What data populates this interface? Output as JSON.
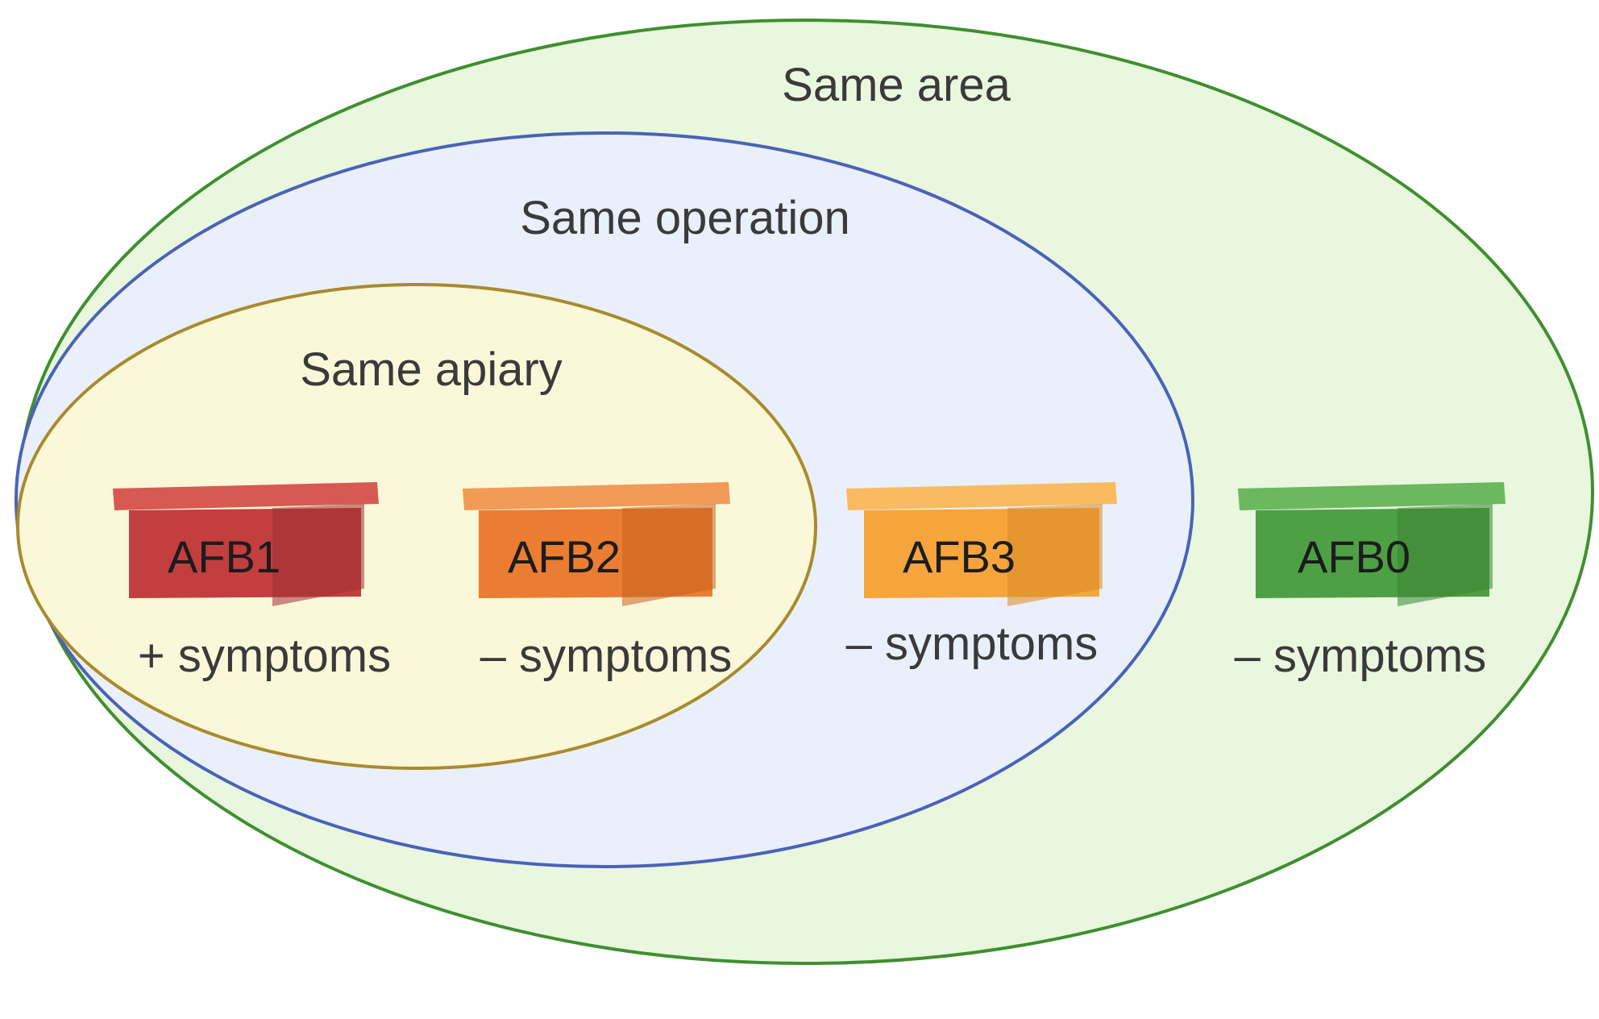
{
  "regions": {
    "area": {
      "label": "Same area",
      "fill": "#e9f7de",
      "stroke": "#3f8f2f"
    },
    "operation": {
      "label": "Same operation",
      "fill": "#eaf0fb",
      "stroke": "#4a62b8"
    },
    "apiary": {
      "label": "Same apiary",
      "fill": "#fbf8d9",
      "stroke": "#a88b2c"
    }
  },
  "hives": [
    {
      "label": "AFB1",
      "symptoms": "+ symptoms",
      "front": "#c33e3e",
      "side": "#9e2f2f",
      "top": "#d65a52"
    },
    {
      "label": "AFB2",
      "symptoms": "– symptoms",
      "front": "#ea7d32",
      "side": "#c9611f",
      "top": "#f29a58"
    },
    {
      "label": "AFB3",
      "symptoms": "– symptoms",
      "front": "#f6a53c",
      "side": "#d98a25",
      "top": "#fabb60"
    },
    {
      "label": "AFB0",
      "symptoms": "– symptoms",
      "front": "#4ea044",
      "side": "#3a8233",
      "top": "#6bb85f"
    }
  ]
}
